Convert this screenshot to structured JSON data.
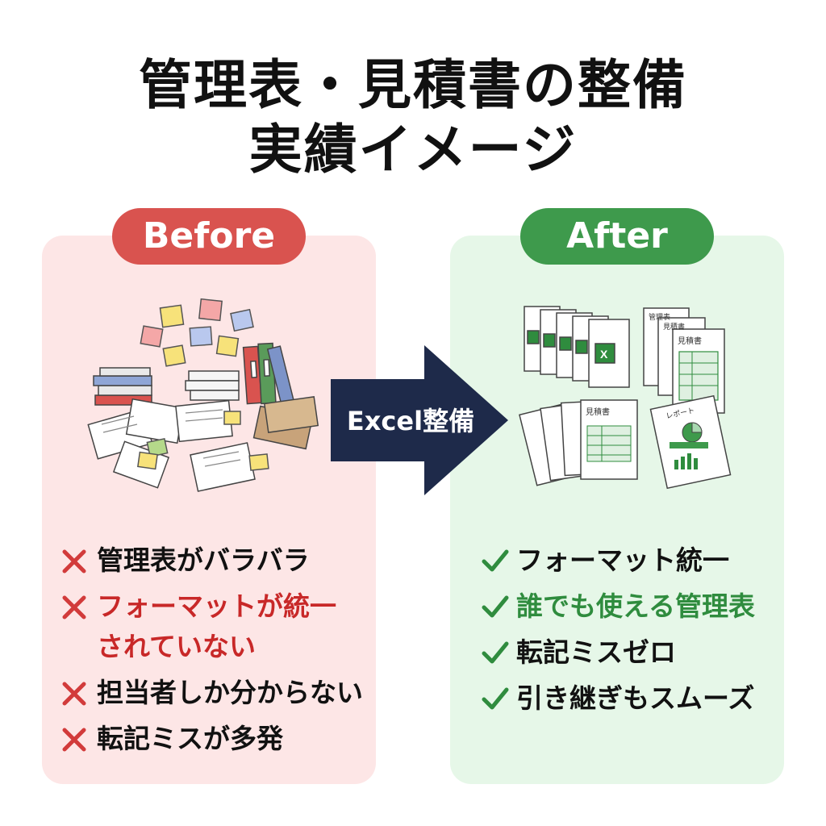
{
  "title": {
    "line1": "管理表・見積書の整備",
    "line2": "実績イメージ"
  },
  "before": {
    "label": "Before",
    "items": [
      {
        "text": "管理表がバラバラ"
      },
      {
        "text": "フォーマットが統一",
        "text2": "されていない"
      },
      {
        "text": "担当者しか分からない"
      },
      {
        "text": "転記ミスが多発"
      }
    ]
  },
  "arrow": {
    "label": "Excel整備"
  },
  "after": {
    "label": "After",
    "items": [
      {
        "text": "フォーマット統一"
      },
      {
        "text": "誰でも使える管理表"
      },
      {
        "text": "転記ミスゼロ"
      },
      {
        "text": "引き継ぎもスムーズ"
      }
    ],
    "doc_labels": {
      "mgmt": "管理表",
      "quote": "見積書",
      "report": "レポート"
    }
  },
  "colors": {
    "red": "#d9534f",
    "green": "#3e9a4c",
    "navy": "#1e2a4a",
    "before_bg": "#fde6e6",
    "after_bg": "#e6f7e8"
  }
}
